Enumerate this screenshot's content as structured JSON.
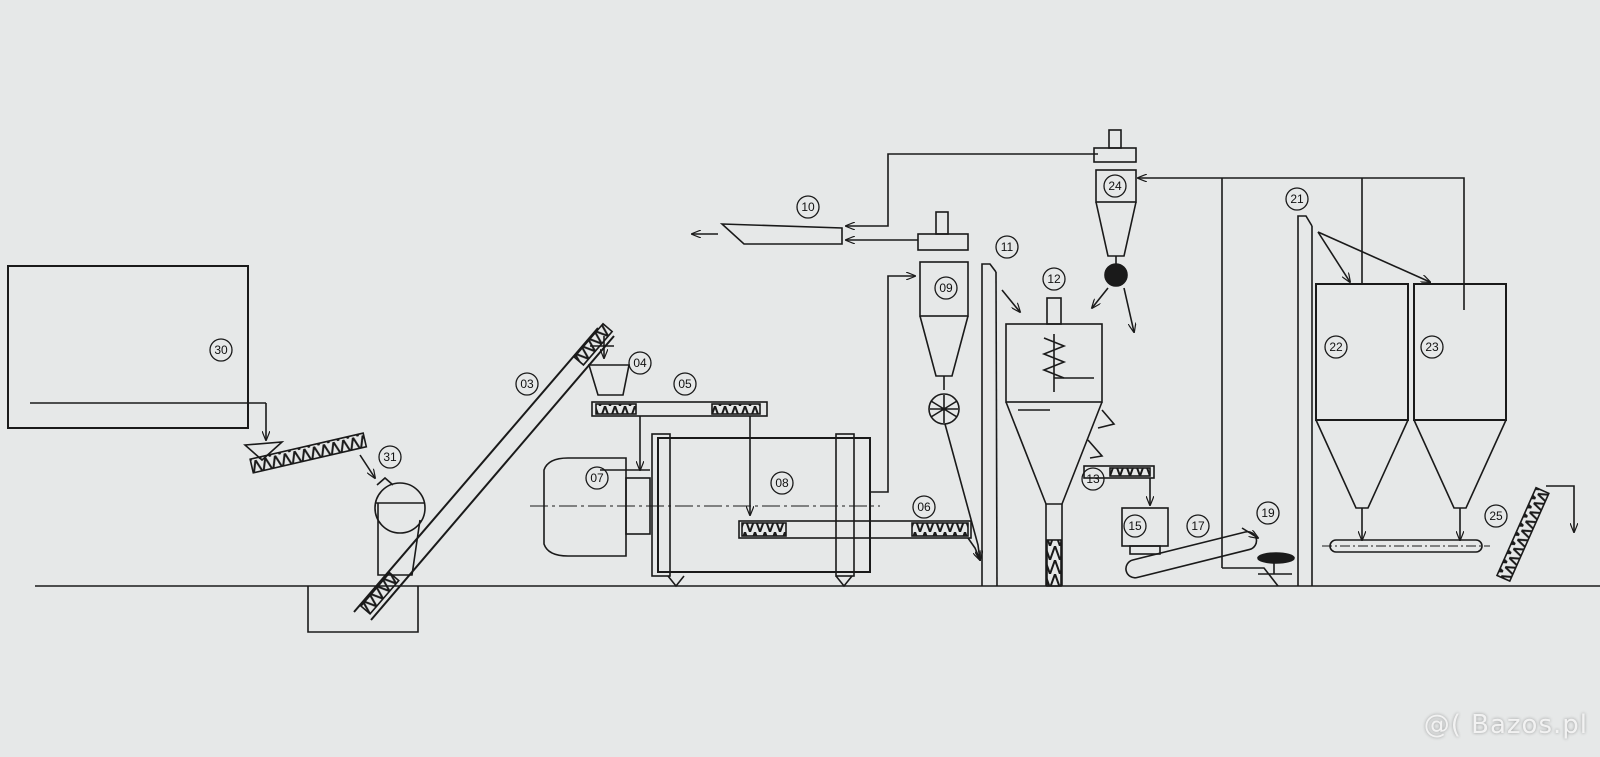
{
  "labels": {
    "l30": "30",
    "l31": "31",
    "l03": "03",
    "l04": "04",
    "l05": "05",
    "l07": "07",
    "l08": "08",
    "l06": "06",
    "l09": "09",
    "l10": "10",
    "l11": "11",
    "l12": "12",
    "l13": "13",
    "l15": "15",
    "l17": "17",
    "l19": "19",
    "l21": "21",
    "l22": "22",
    "l23": "23",
    "l24": "24",
    "l25": "25"
  },
  "watermark": "@( Bazos.pl",
  "colors": {
    "ink": "#1a1a1a",
    "paper": "#e6e8e8"
  }
}
